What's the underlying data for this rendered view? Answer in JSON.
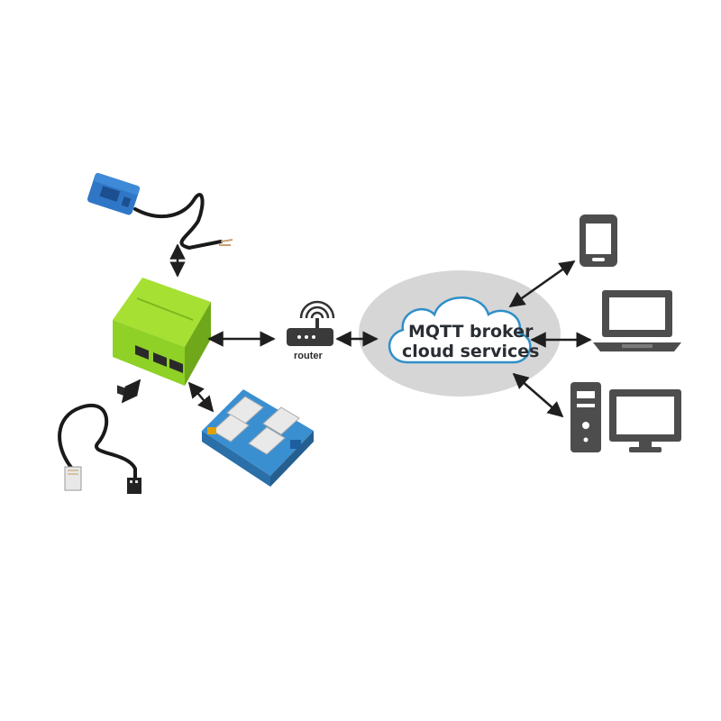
{
  "diagram": {
    "router_label": "router",
    "cloud_line1": "MQTT broker",
    "cloud_line2": "cloud services",
    "device_label": "",
    "nodes": {
      "current_sensor": "current-sensor-icon",
      "controller": "iot-controller-icon",
      "temperature_probe": "temperature-probe-icon",
      "relay_board": "relay-board-icon",
      "router": "router-icon",
      "cloud": "cloud-icon",
      "smartphone": "smartphone-icon",
      "laptop": "laptop-icon",
      "desktop": "desktop-computer-icon"
    },
    "colors": {
      "controller_green": "#8fd126",
      "controller_dark": "#6fa81a",
      "sensor_blue": "#2f77c6",
      "relay_board_blue": "#3a8fd1",
      "cloud_backdrop": "#d6d6d6",
      "cloud_outline": "#2f8fc8",
      "device_gray": "#4d4d4d",
      "arrow": "#1f1f1f"
    }
  }
}
